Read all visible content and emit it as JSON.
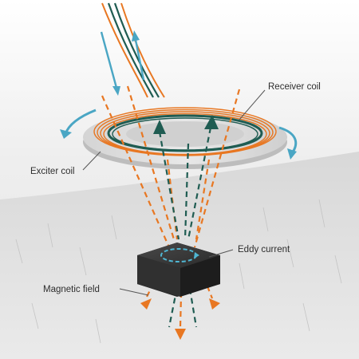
{
  "labels": {
    "receiver_coil": "Receiver coil",
    "exciter_coil": "Exciter coil",
    "eddy_current": "Eddy current",
    "magnetic_field": "Magnetic field"
  },
  "colors": {
    "orange": "#e87722",
    "teal": "#1f5c52",
    "cyan_arrow": "#4aa6c4",
    "sensor_body": "#333333",
    "eddy": "#4fb6d2",
    "background": "#f2f2f2"
  }
}
